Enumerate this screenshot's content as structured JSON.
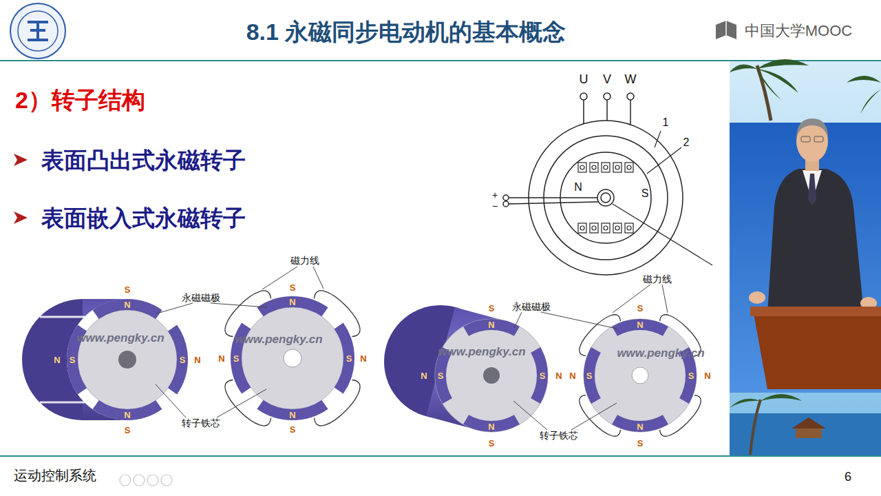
{
  "diagram": {
    "title": "8.1 永磁同步电动机的基本概念",
    "labels": [
      "中国大学MOOC",
      "2）转子结构",
      "表面凸出式永磁转子",
      "表面嵌入式永磁转子",
      "U",
      "V",
      "W",
      "1",
      "2",
      "+",
      "−",
      "N",
      "S",
      "磁力线",
      "永磁磁极",
      "www.pengky.cn",
      "www.pengky.cn",
      "S",
      "N",
      "N",
      "S",
      "S",
      "N",
      "N",
      "S",
      "S",
      "N",
      "N",
      "S",
      "S",
      "N",
      "N",
      "S",
      "转子铁芯",
      "永磁磁极",
      "磁力线",
      "www.pengky.cn",
      "www.pengky.cn",
      "S",
      "N",
      "N",
      "S",
      "S",
      "N",
      "N",
      "S",
      "S",
      "N",
      "N",
      "S",
      "S",
      "N",
      "N",
      "S",
      "转子铁芯",
      "运动控制系统",
      "6"
    ]
  }
}
